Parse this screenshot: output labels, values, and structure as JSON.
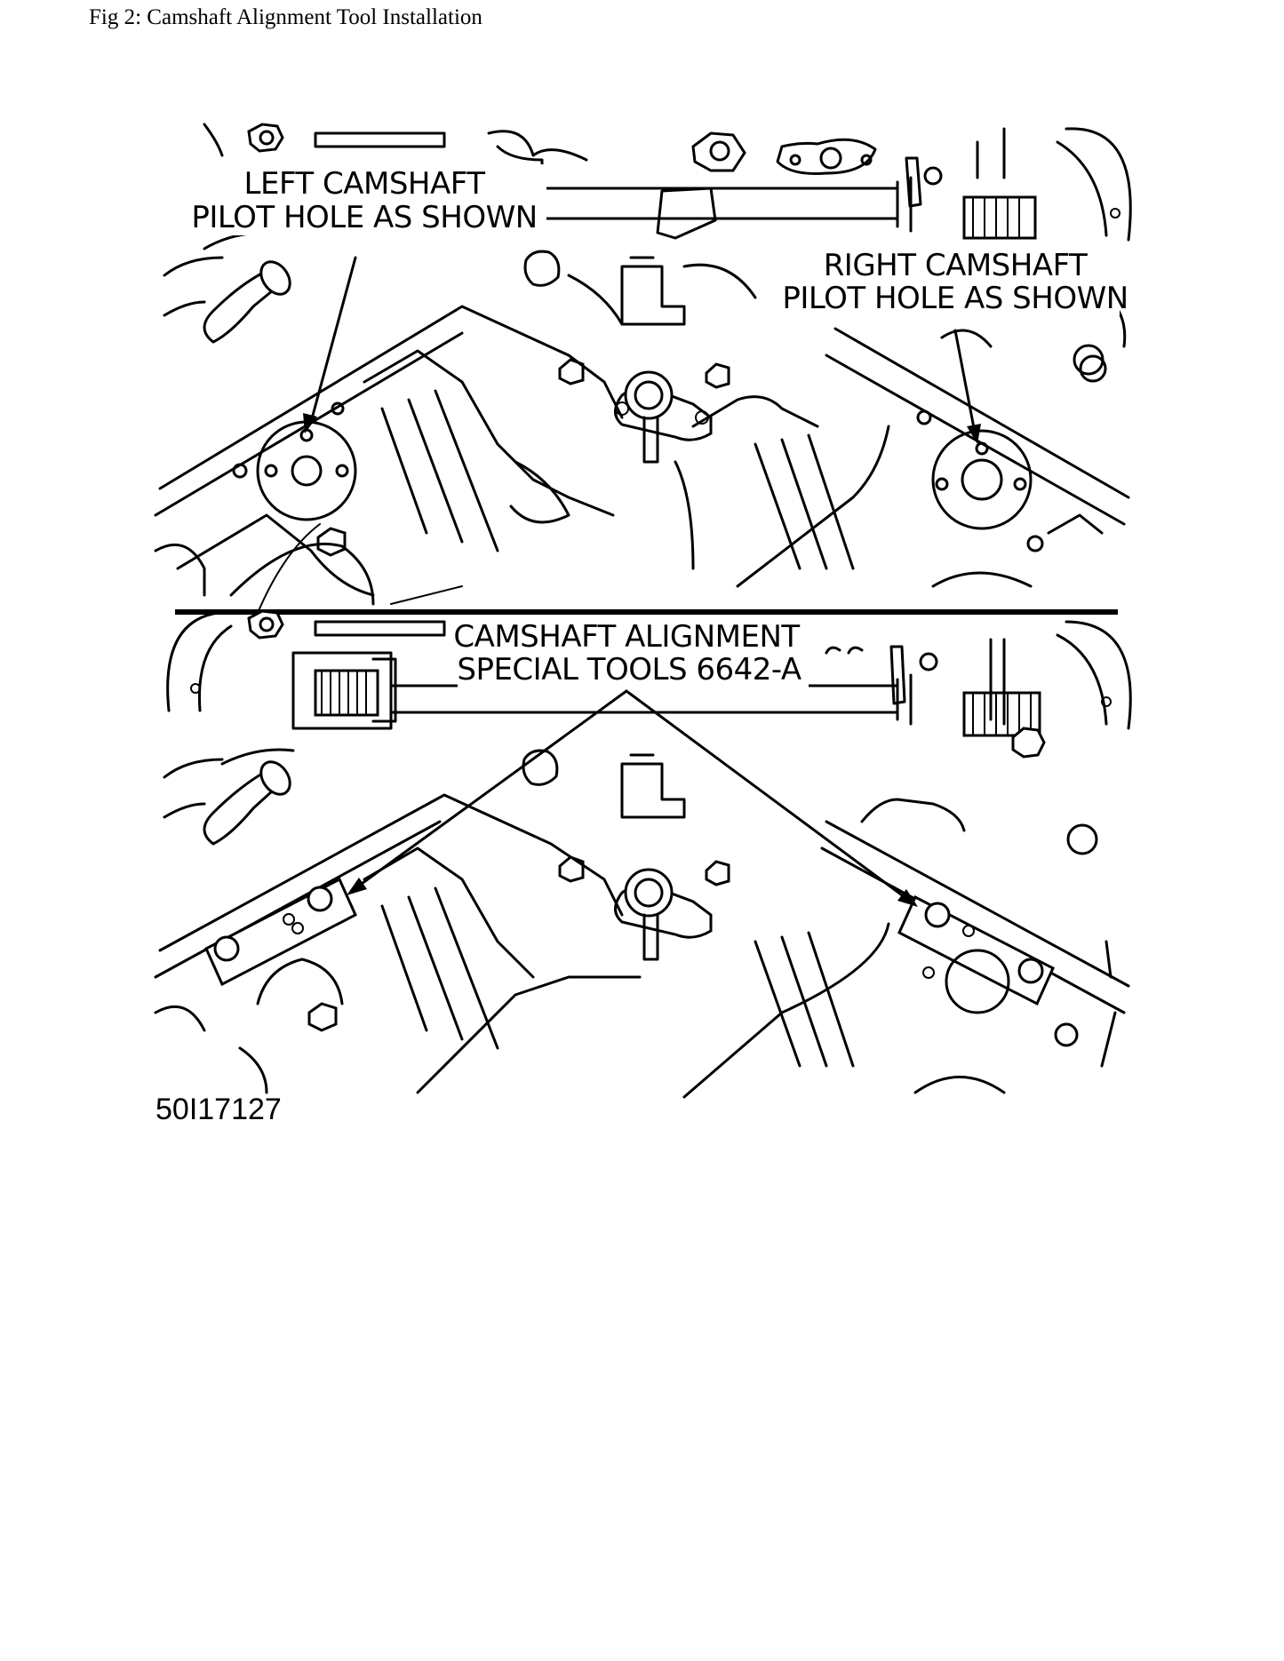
{
  "caption": "Fig 2: Camshaft Alignment Tool Installation",
  "figure": {
    "labels": {
      "left_pilot_line1": "LEFT CAMSHAFT",
      "left_pilot_line2": "PILOT HOLE AS SHOWN",
      "right_pilot_line1": "RIGHT CAMSHAFT",
      "right_pilot_line2": "PILOT HOLE AS SHOWN",
      "tools_line1": "CAMSHAFT ALIGNMENT",
      "tools_line2": "SPECIAL TOOLS 6642-A"
    },
    "figure_code": "50I17127"
  }
}
